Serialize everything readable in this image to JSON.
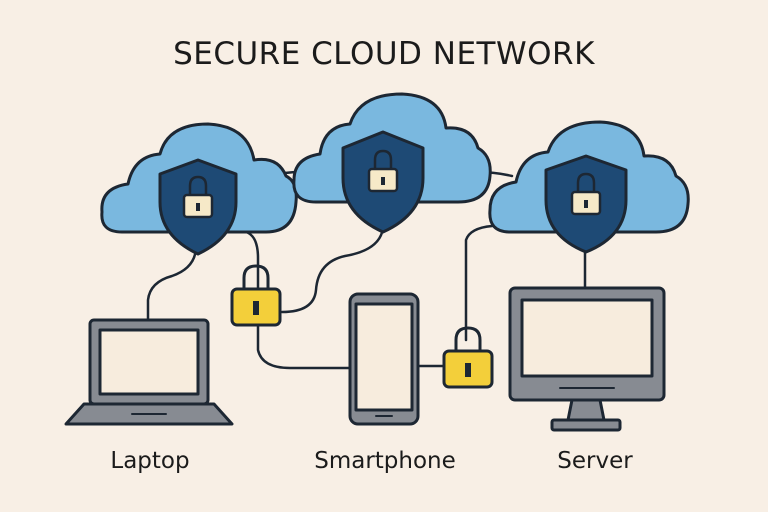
{
  "title": "SECURE CLOUD NETWORK",
  "devices": {
    "laptop": "Laptop",
    "smartphone": "Smartphone",
    "server": "Server"
  },
  "colors": {
    "background": "#f8efe5",
    "cloud": "#7ab8df",
    "shield": "#1e4a75",
    "padlock_body": "#f6e9c8",
    "connector_lock": "#f3cf3a",
    "screen": "#f7ecdd",
    "device_body": "#878b92",
    "outline": "#1d2733"
  },
  "icons": [
    "cloud-icon",
    "shield-icon",
    "padlock-icon",
    "laptop-icon",
    "smartphone-icon",
    "monitor-icon"
  ]
}
